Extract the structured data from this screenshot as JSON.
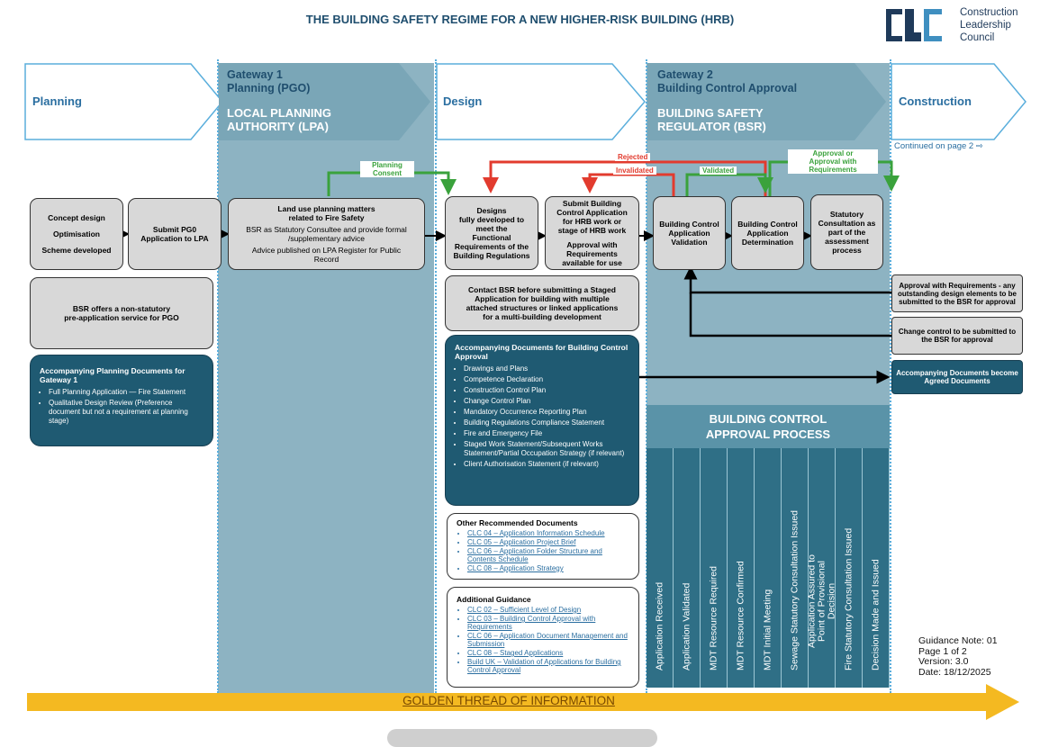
{
  "title": "THE BUILDING SAFETY REGIME FOR A NEW HIGHER-RISK BUILDING (HRB)",
  "logo": {
    "letters": "CLC",
    "text": "Construction\nLeadership\nCouncil"
  },
  "stages": {
    "planning": "Planning",
    "gateway1": {
      "title": "Gateway 1\nPlanning (PGO)",
      "sub": "LOCAL PLANNING\nAUTHORITY (LPA)"
    },
    "design": "Design",
    "gateway2": {
      "title": "Gateway 2\nBuilding Control Approval",
      "sub": "BUILDING SAFETY\nREGULATOR (BSR)"
    },
    "construction": "Construction",
    "continued": "Continued on page 2 ⇨"
  },
  "flow_labels": {
    "planning_consent": "Planning\nConsent",
    "rejected": "Rejected",
    "invalidated": "Invalidated",
    "validated": "Validated",
    "approval": "Approval or\nApproval with\nRequirements"
  },
  "boxes": {
    "concept": [
      "Concept design",
      "Optimisation",
      "Scheme developed"
    ],
    "submit_pgo": "Submit PG0\nApplication to LPA",
    "land_use_title": "Land use planning matters\nrelated to Fire Safety",
    "land_use_1": "BSR as Statutory Consultee and provide formal\n/supplementary advice",
    "land_use_2": "Advice published on LPA Register for Public\nRecord",
    "designs": "Designs\nfully developed to\nmeet the\nFunctional\nRequirements of the\nBuilding Regulations",
    "submit_bc": "Submit Building\nControl Application\nfor HRB work or\nstage of HRB work",
    "submit_bc_2": "Approval with\nRequirements\navailable for use",
    "bca_validation": "Building Control\nApplication\nValidation",
    "bca_determination": "Building Control\nApplication\nDetermination",
    "statutory": "Statutory\nConsultation as\npart of the\nassessment\nprocess",
    "bsr_offer": "BSR offers a non-statutory\npre-application service for PGO",
    "contact_bsr": "Contact BSR before submitting a Staged\nApplication for building with multiple\nattached structures or linked applications\nfor a multi-building development"
  },
  "planning_docs": {
    "title": "Accompanying Planning Documents for Gateway 1",
    "items": [
      "Full Planning Application — Fire Statement",
      "Qualitative Design Review (Preference document but not a requirement at planning stage)"
    ]
  },
  "bc_docs": {
    "title": "Accompanying Documents for Building Control Approval",
    "items": [
      "Drawings and Plans",
      "Competence Declaration",
      "Construction Control Plan",
      "Change Control Plan",
      "Mandatory Occurrence Reporting Plan",
      "Building Regulations Compliance Statement",
      "Fire and Emergency File",
      "Staged Work Statement/Subsequent Works Statement/Partial Occupation Strategy (if relevant)",
      "Client Authorisation Statement (if relevant)"
    ]
  },
  "other_docs": {
    "title": "Other Recommended Documents",
    "items": [
      "CLC 04 – Application Information Schedule",
      "CLC 05 – Application Project Brief",
      "CLC 06 – Application Folder Structure and Contents Schedule",
      "CLC 08 – Application Strategy"
    ]
  },
  "additional": {
    "title": "Additional Guidance",
    "items": [
      "CLC 02 – Sufficient Level of Design",
      "CLC 03 – Building Control Approval with Requirements",
      "CLC 06 – Application Document Management and Submission",
      "CLC 08 – Staged Applications",
      "Build UK – Validation of Applications for Building Control Approval"
    ]
  },
  "side_boxes": {
    "approval_req": "Approval with Requirements - any outstanding design elements to be submitted to the BSR for approval",
    "change_control": "Change control to be submitted to the BSR for approval",
    "agreed_docs": "Accompanying Documents become Agreed Documents"
  },
  "bcap": {
    "title": "BUILDING CONTROL\nAPPROVAL PROCESS",
    "steps": [
      "Application Received",
      "Application Validated",
      "MDT Resource Required",
      "MDT Resource Confirmed",
      "MDT Initial Meeting",
      "Sewage Statutory Consultation Issued",
      "Application Assured to Point of Provisional Decision",
      "Fire Statutory Consultation Issued",
      "Decision Made and Issued"
    ]
  },
  "info": {
    "note": "Guidance Note: 01",
    "page": "Page 1 of 2",
    "version": "Version: 3.0",
    "date": "Date: 18/12/2025"
  },
  "golden_thread": "GOLDEN THREAD OF INFORMATION",
  "colors": {
    "primary": "#1f5a72",
    "column": "#8db3c2",
    "golden": "#f4b921",
    "green": "#3aa23c",
    "red": "#e23b2e"
  }
}
